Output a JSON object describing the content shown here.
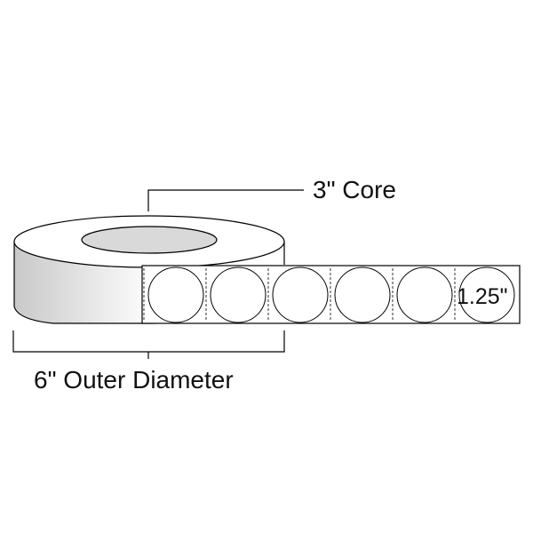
{
  "diagram": {
    "core_label": "3\" Core",
    "outer_diameter_label": "6\" Outer Diameter",
    "label_size": "1.25\"",
    "label_count": 6,
    "label_shape": "circle"
  },
  "colors": {
    "outline": "#000000",
    "core_fill": "#d9d9d9",
    "roll_gradient_start": "#c9c9c9",
    "roll_gradient_end": "#ffffff",
    "label_fill": "#ffffff"
  }
}
